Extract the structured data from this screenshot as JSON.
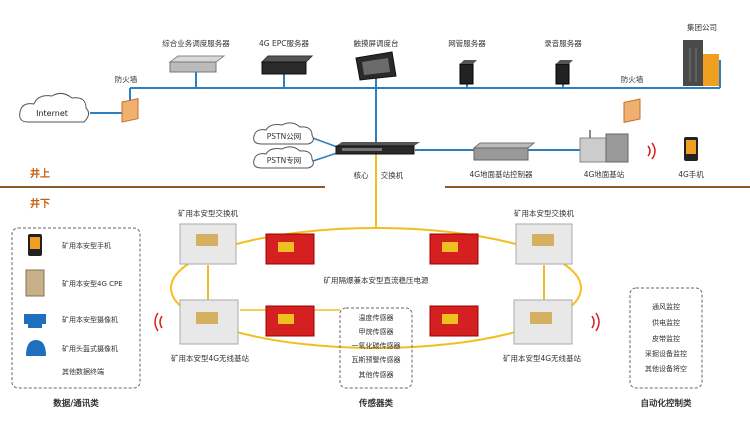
{
  "servers": {
    "dispatch": "综合业务调度服务器",
    "epc": "4G EPC服务器",
    "touch": "触摸屏调度台",
    "netmgmt": "网管服务器",
    "recording": "录音服务器",
    "group": "集团公司"
  },
  "network": {
    "internet": "Internet",
    "firewall_left": "防火墙",
    "firewall_right": "防火墙",
    "pstn_public": "PSTN公网",
    "pstn_private": "PSTN专网",
    "core_label": "核心",
    "switch_label": "交换机"
  },
  "surface": {
    "section": "井上",
    "bs_controller": "4G地面基站控制器",
    "ground_bs": "4G地面基站",
    "phone": "4G手机"
  },
  "underground": {
    "section": "井下",
    "switch_left": "矿用本安型交换机",
    "switch_right": "矿用本安型交换机",
    "power_supply": "矿用隔爆兼本安型直流稳压电源",
    "bs_left": "矿用本安型4G无线基站",
    "bs_right": "矿用本安型4G无线基站"
  },
  "devices_panel": {
    "title": "数据/通讯类",
    "items": [
      "矿用本安型手机",
      "矿用本安型4G CPE",
      "矿用本安型摄像机",
      "矿用头盔式摄像机",
      "其他数据终端"
    ]
  },
  "sensors_panel": {
    "title": "传感器类",
    "items": [
      "温度传感器",
      "甲烷传感器",
      "一氧化碳传感器",
      "瓦斯预警传感器",
      "其他传感器"
    ]
  },
  "automation_panel": {
    "title": "自动化控制类",
    "items": [
      "通风监控",
      "供电监控",
      "皮带监控",
      "采掘设备监控",
      "其他设备将空"
    ]
  },
  "colors": {
    "blue_line": "#2d7fc0",
    "yellow_line": "#f0c020",
    "brown_divider": "#8a5a2a",
    "section_text": "#c7600d",
    "red_box": "#d42020",
    "wifi_red": "#d42020"
  }
}
